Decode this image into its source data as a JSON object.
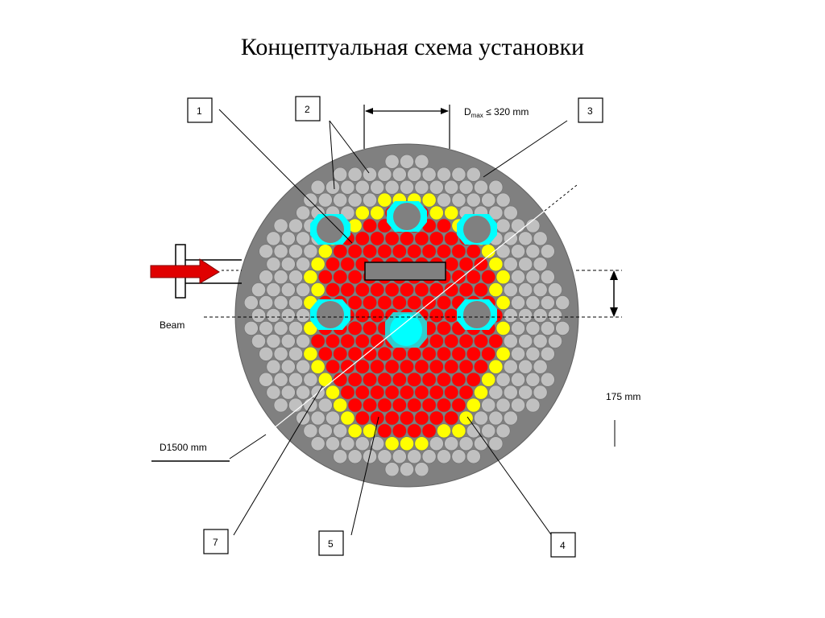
{
  "title": "Концептуальная схема установки",
  "labels": {
    "beam": "Beam",
    "dmax_main": "D",
    "dmax_sub": "max",
    "dmax_rest": " ≤ 320 mm",
    "d1500": "D1500 mm",
    "dim175": "175 mm"
  },
  "callouts": [
    "1",
    "2",
    "3",
    "4",
    "5",
    "7"
  ],
  "colors": {
    "outer_disk": "#808080",
    "light_cell": "#c0c0c0",
    "gray_cell": "#808080",
    "yellow_cell": "#ffff00",
    "red_cell": "#ff0000",
    "cyan": "#00ffff",
    "arrow": "#e00000"
  }
}
